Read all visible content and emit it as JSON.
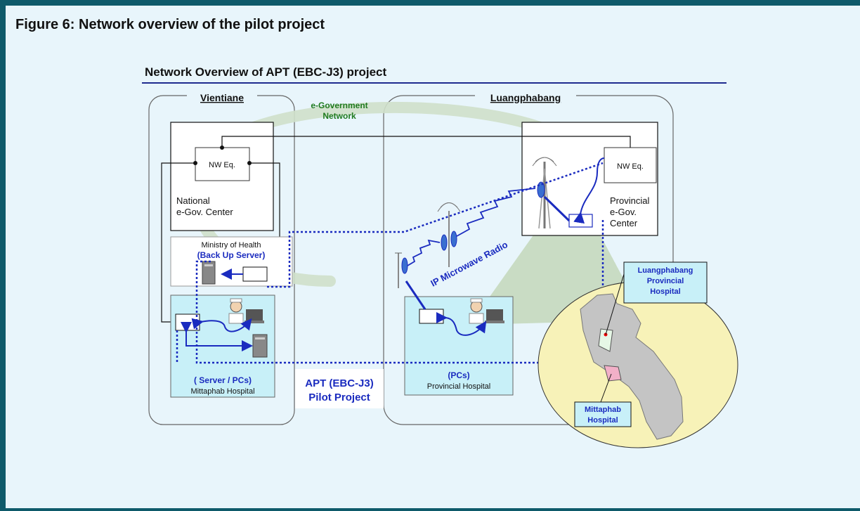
{
  "figure_caption": "Figure 6: Network overview of the pilot project",
  "diagram_title": "Network Overview of APT (EBC-J3) project",
  "regions": {
    "vientiane": "Vientiane",
    "luangphabang": "Luangphabang"
  },
  "egov_network": [
    "e-Government",
    "Network"
  ],
  "nodes": {
    "nw_eq_national": "NW Eq.",
    "nw_eq_provincial": "NW Eq.",
    "national_center": [
      "National",
      "e-Gov. Center"
    ],
    "provincial_center": [
      "Provincial",
      "e-Gov.",
      "Center"
    ],
    "ministry_of_health": "Ministry of Health",
    "backup_server": "(Back Up Server)",
    "server_pcs": "( Server / PCs)",
    "mittaphab_hospital_box": "Mittaphab Hospital",
    "pcs": "(PCs)",
    "provincial_hospital": "Provincial Hospital"
  },
  "ip_microwave_radio": "IP Microwave Radio",
  "pilot_project": [
    "APT (EBC-J3)",
    "Pilot Project"
  ],
  "map_labels": {
    "luangphabang_hospital": [
      "Luangphabang",
      "Provincial",
      "Hospital"
    ],
    "mittaphab_hospital": [
      "Mittaphab",
      "Hospital"
    ]
  },
  "colors": {
    "frame_border": "#0e5a6a",
    "background": "#e8f5fb",
    "title_underline": "#1f2b8f",
    "link_blue": "#1a2bbf",
    "green_network": "#1e7a1e",
    "hospital_box_fill": "#c8f0f8",
    "map_fill": "#f7f2b8"
  },
  "icons": [
    "tower-icon",
    "antenna-icon",
    "server-icon",
    "doctor-laptop-icon",
    "laos-map-icon"
  ]
}
